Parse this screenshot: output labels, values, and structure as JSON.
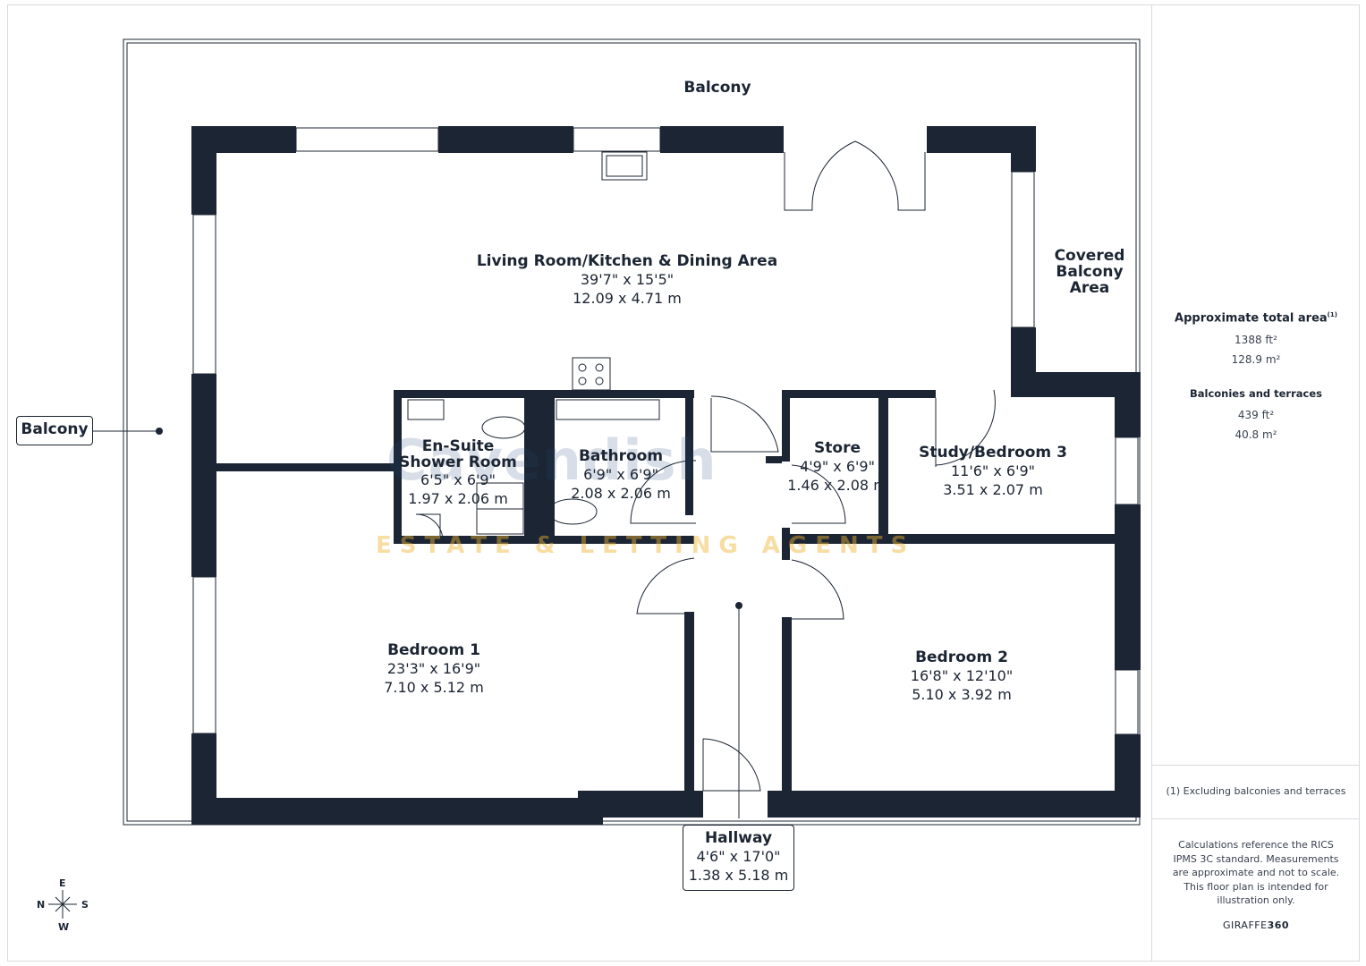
{
  "rooms": {
    "balcony_top": {
      "name": "Balcony"
    },
    "living": {
      "name": "Living Room/Kitchen & Dining Area",
      "dim_imperial": "39'7\" x 15'5\"",
      "dim_metric": "12.09 x 4.71 m"
    },
    "covered_balcony": {
      "line1": "Covered",
      "line2": "Balcony",
      "line3": "Area"
    },
    "ensuite": {
      "line1": "En-Suite",
      "line2": "Shower Room",
      "dim_imperial": "6'5\" x 6'9\"",
      "dim_metric": "1.97 x 2.06 m"
    },
    "bathroom": {
      "name": "Bathroom",
      "dim_imperial": "6'9\" x 6'9\"",
      "dim_metric": "2.08 x 2.06 m"
    },
    "store": {
      "name": "Store",
      "dim_imperial": "4'9\" x 6'9\"",
      "dim_metric": "1.46 x 2.08 m"
    },
    "study": {
      "name": "Study/Bedroom 3",
      "dim_imperial": "11'6\" x 6'9\"",
      "dim_metric": "3.51 x 2.07 m"
    },
    "bedroom1": {
      "name": "Bedroom 1",
      "dim_imperial": "23'3\" x 16'9\"",
      "dim_metric": "7.10 x 5.12 m"
    },
    "bedroom2": {
      "name": "Bedroom 2",
      "dim_imperial": "16'8\" x 12'10\"",
      "dim_metric": "5.10 x 3.92 m"
    },
    "hallway": {
      "name": "Hallway",
      "dim_imperial": "4'6\" x 17'0\"",
      "dim_metric": "1.38 x 5.18 m"
    },
    "balcony_left": {
      "name": "Balcony"
    }
  },
  "watermark": {
    "brand": "Cavendish",
    "tagline": "ESTATE & LETTING AGENTS"
  },
  "compass": {
    "n": "N",
    "e": "E",
    "s": "S",
    "w": "W"
  },
  "summary": {
    "total_title": "Approximate total area",
    "total_note_mark": "(1)",
    "total_ft": "1388 ft²",
    "total_m": "128.9 m²",
    "balcony_title": "Balconies and terraces",
    "balcony_ft": "439 ft²",
    "balcony_m": "40.8 m²",
    "footnote": "(1) Excluding balconies and terraces",
    "disclaimer": "Calculations reference the RICS IPMS 3C standard. Measurements are approximate and not to scale. This floor plan is intended for illustration only.",
    "brand_prefix": "GIRAFFE",
    "brand_suffix": "360"
  },
  "colors": {
    "wall": "#1c2533",
    "brand": "#2b3f66",
    "accent": "#f0b432"
  }
}
